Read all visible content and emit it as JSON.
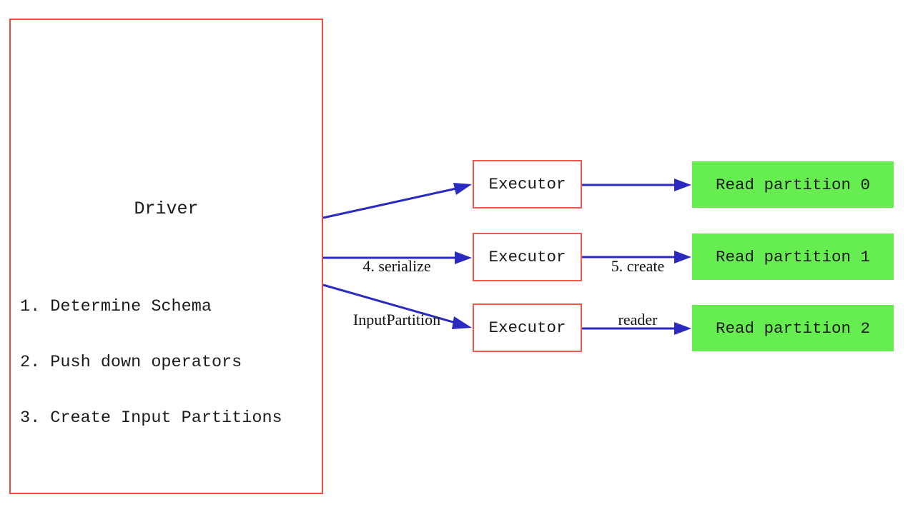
{
  "diagram": {
    "colors": {
      "box_border_red": "#ef4a3c",
      "executor_border_red": "#f4584a",
      "partition_fill_green": "#66ed4f",
      "arrow_blue": "#2a2ac0",
      "text_black": "#1b1b1b",
      "background": "#ffffff"
    },
    "driver": {
      "title": "Driver",
      "steps": [
        "1. Determine Schema",
        "2. Push down operators",
        "3. Create Input Partitions"
      ]
    },
    "executors": [
      {
        "label": "Executor"
      },
      {
        "label": "Executor"
      },
      {
        "label": "Executor"
      }
    ],
    "partitions": [
      {
        "label": "Read partition 0"
      },
      {
        "label": "Read partition 1"
      },
      {
        "label": "Read partition 2"
      }
    ],
    "edge_labels": {
      "serialize": [
        "4. serialize",
        "InputPartition"
      ],
      "create_reader": [
        "5. create",
        "reader"
      ]
    }
  }
}
